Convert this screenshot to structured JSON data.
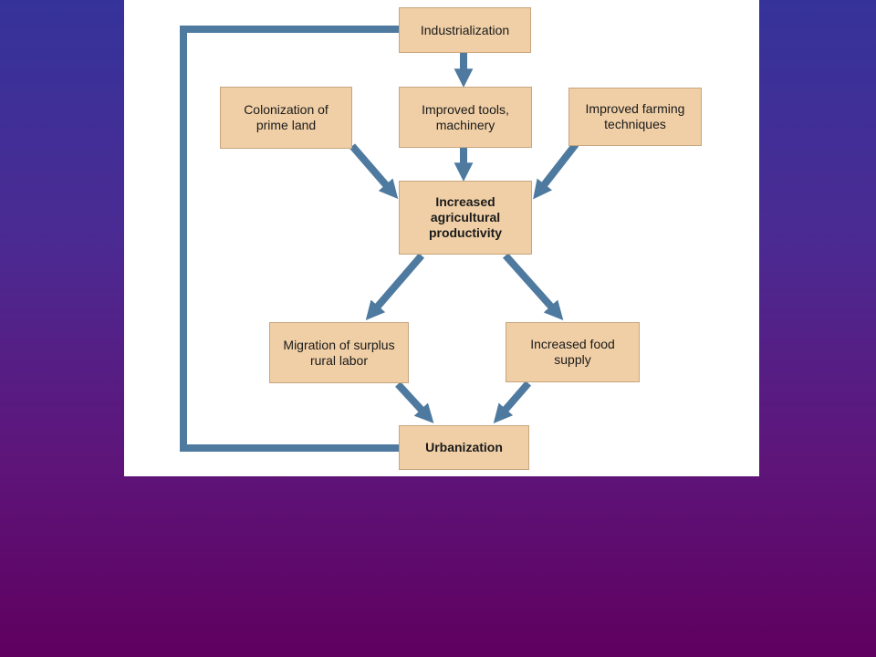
{
  "diagram": {
    "nodes": {
      "industrialization": "Industrialization",
      "colonization": "Colonization of\nprime land",
      "tools": "Improved tools,\nmachinery",
      "farming": "Improved farming\ntechniques",
      "productivity": "Increased\nagricultural\nproductivity",
      "migration": "Migration of surplus\nrural labor",
      "food": "Increased food\nsupply",
      "urbanization": "Urbanization"
    },
    "colors": {
      "background_top": "#35339a",
      "background_bottom": "#5f005f",
      "panel": "#ffffff",
      "node_fill": "#f0cfa6",
      "node_border": "#c7a57e",
      "connector": "#4f7aa0"
    }
  }
}
